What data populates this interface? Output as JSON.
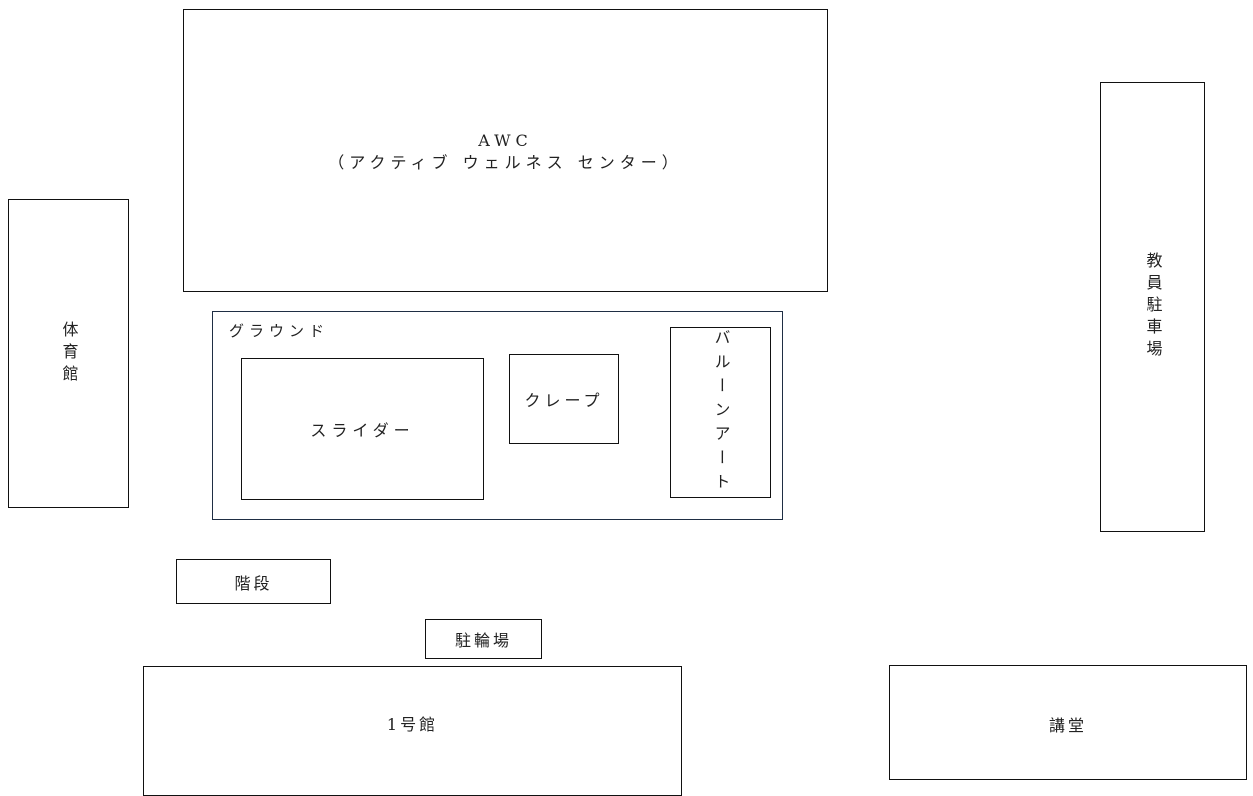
{
  "map": {
    "awc": {
      "line1": "AWC",
      "line2": "（アクティブ ウェルネス センター）"
    },
    "gymnasium": "体育館",
    "staff_parking": "教員駐車場",
    "ground": "グラウンド",
    "slider": "スライダー",
    "crepe": "クレープ",
    "balloon_art": "バルーンアート",
    "stairs": "階段",
    "bicycle_parking": "駐輪場",
    "building_1": "1号館",
    "auditorium": "講堂"
  },
  "colors": {
    "border": "#111111",
    "ground_border": "#1f2e44",
    "background": "#ffffff"
  }
}
